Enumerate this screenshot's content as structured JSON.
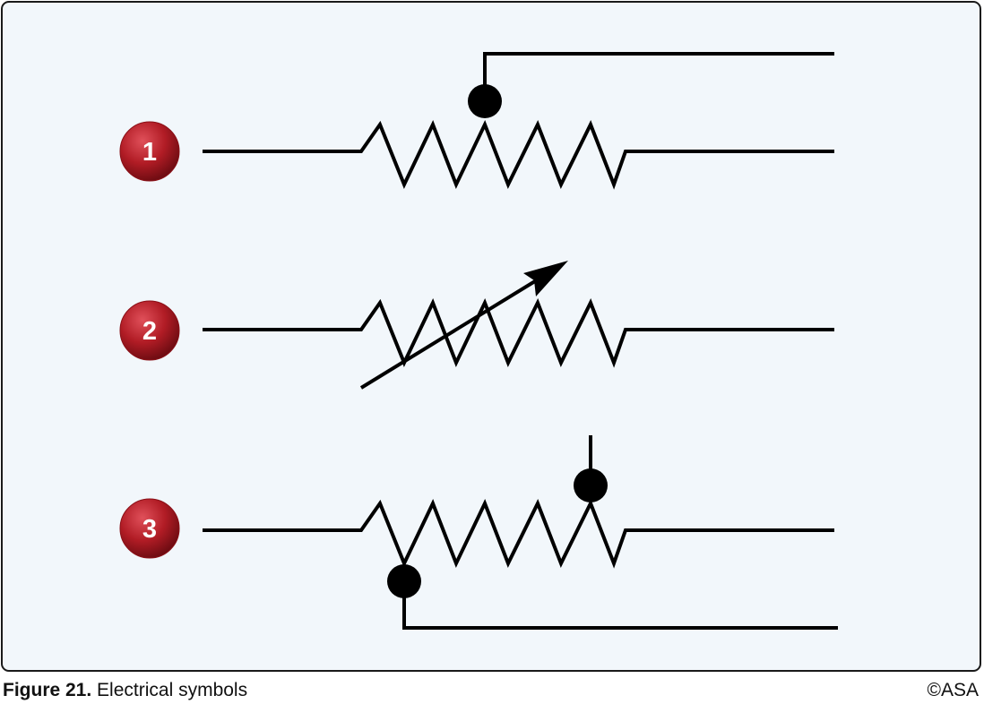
{
  "figure": {
    "label": "Figure 21.",
    "caption": "Electrical symbols",
    "copyright": "©ASA"
  },
  "symbols": [
    {
      "number": "1"
    },
    {
      "number": "2"
    },
    {
      "number": "3"
    }
  ],
  "colors": {
    "panel_background": "#f2f7fb",
    "badge": "#b11c25",
    "line": "#000000"
  }
}
